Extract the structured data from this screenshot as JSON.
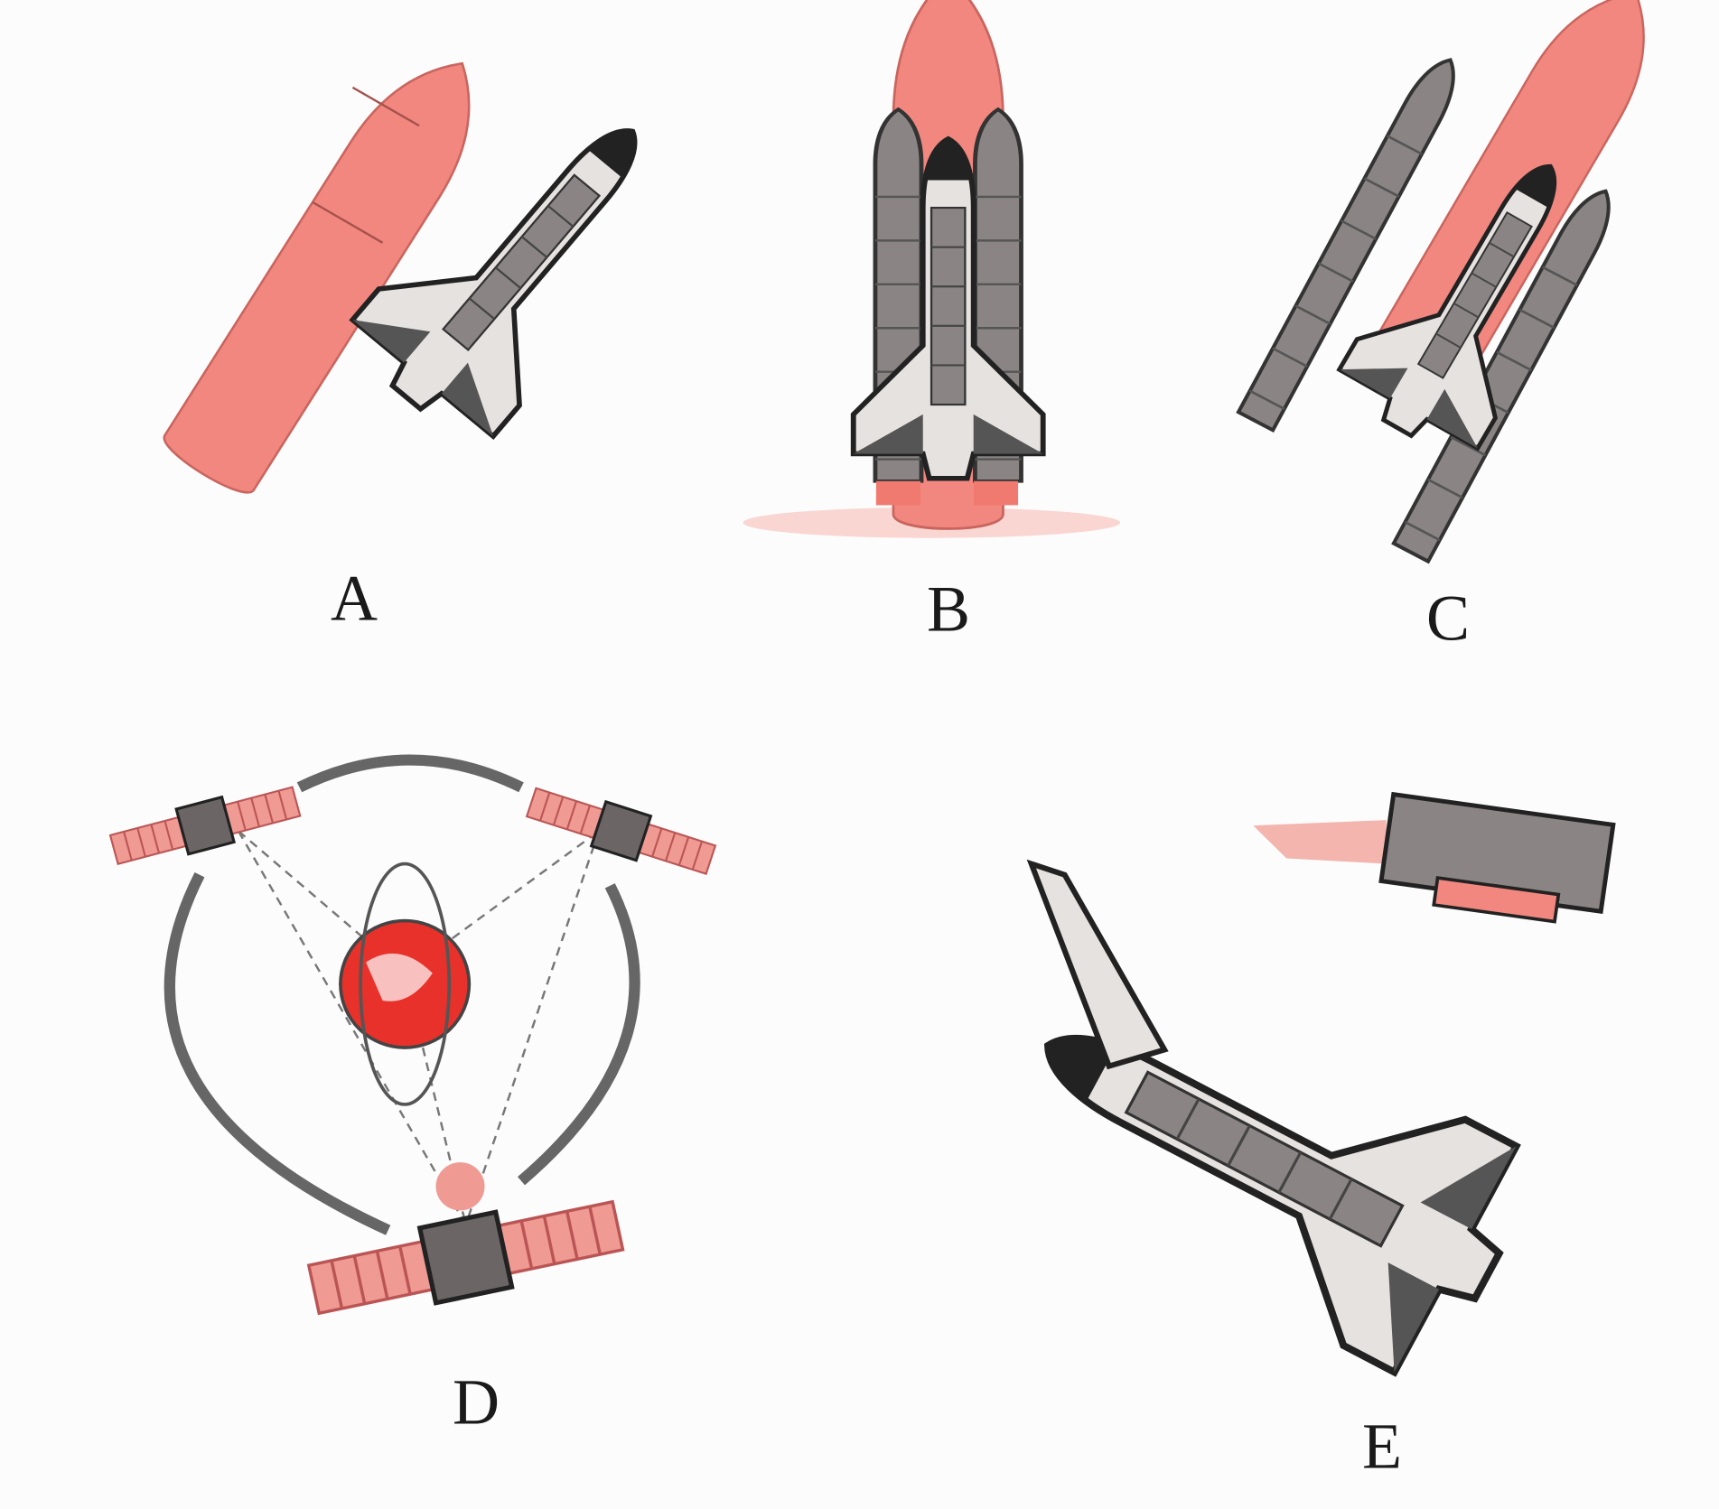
{
  "panels": [
    {
      "label": "A"
    },
    {
      "label": "B"
    },
    {
      "label": "C"
    },
    {
      "label": "D"
    },
    {
      "label": "E"
    }
  ],
  "colors": {
    "tank": "#f2877f",
    "shuttle_gray": "#8a8584",
    "shuttle_light": "#e6e2e0",
    "earth": "#e8312a",
    "outline": "#222222"
  }
}
